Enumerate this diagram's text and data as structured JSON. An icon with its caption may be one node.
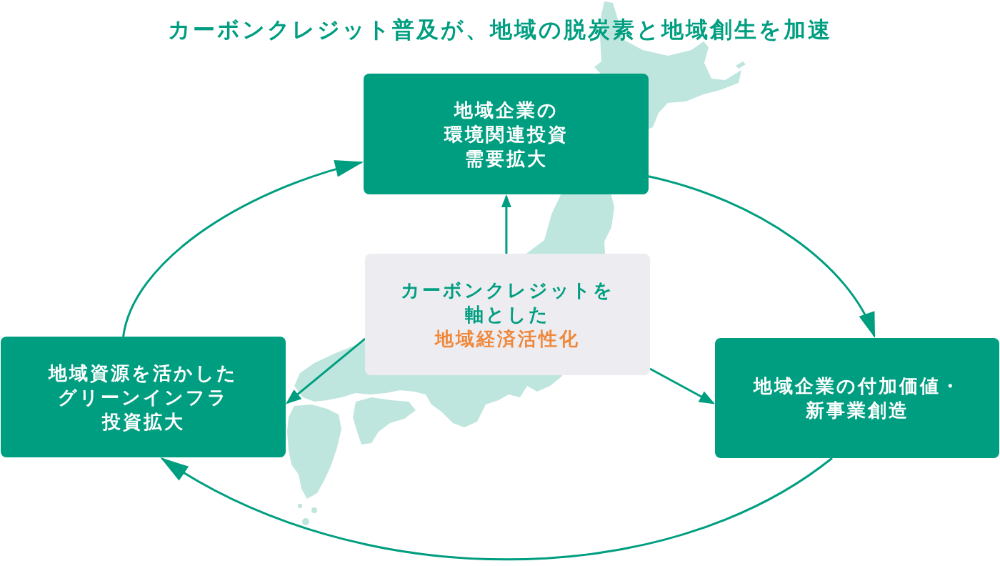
{
  "diagram": {
    "title": "カーボンクレジット普及が、地域の脱炭素と地域創生を加速",
    "nodes": [
      {
        "text": [
          "地域企業の環境関連投資需要拡大"
        ]
      },
      {
        "text": [
          "カーボンクレジットを軸とした",
          "地域経済活性化"
        ]
      },
      {
        "text": [
          "地域資源を活かしたグリーンインフラ投資拡大"
        ]
      },
      {
        "text": [
          "地域企業の付加価値・新事業創造"
        ]
      }
    ],
    "edges": [
      {
        "from": 1,
        "to": 0,
        "arrow": "to"
      },
      {
        "from": 1,
        "to": 2,
        "arrow": "to"
      },
      {
        "from": 1,
        "to": 3,
        "arrow": "to"
      },
      {
        "from": 0,
        "to": 3,
        "arrow": "to"
      },
      {
        "from": 3,
        "to": 2,
        "arrow": "to"
      },
      {
        "from": 2,
        "to": 0,
        "arrow": "to"
      }
    ]
  }
}
